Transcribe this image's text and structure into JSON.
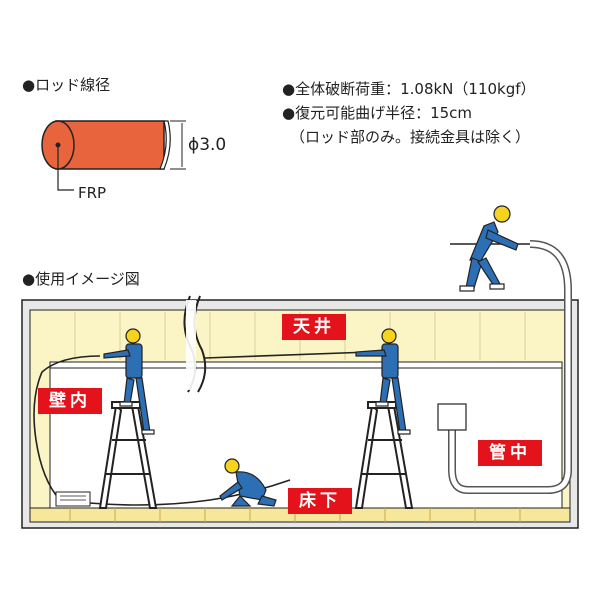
{
  "rod": {
    "heading": "●ロッド線径",
    "diameter": "ϕ3.0",
    "material": "FRP",
    "rod_color": "#e8643c"
  },
  "specs": {
    "breaking_load": "●全体破断荷重：1.08kN（110kgf）",
    "bend_radius": "●復元可能曲げ半径：15cm",
    "note": "（ロッド部のみ。接続金具は除く）"
  },
  "usage": {
    "heading": "●使用イメージ図",
    "labels": {
      "ceiling": "天井",
      "wall": "壁内",
      "floor": "床下",
      "conduit": "管中"
    },
    "tag_color": "#e3121b",
    "wall_color": "#fbf4c4",
    "worker_color": "#2c6fb5",
    "helmet_color": "#f5d31f"
  }
}
